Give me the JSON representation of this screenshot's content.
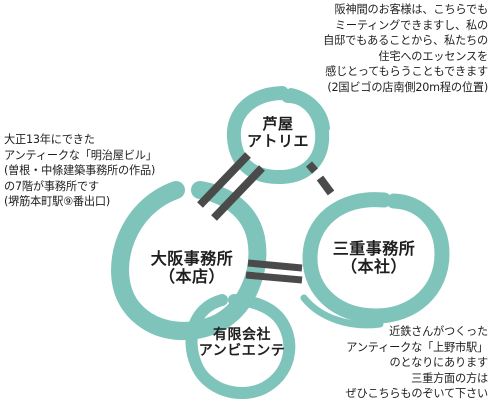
{
  "colors": {
    "ring": "#7fc4bb",
    "link": "#4a4a4a",
    "text": "#1e1e1e"
  },
  "nodes": {
    "ashiya": {
      "label": "芦屋\nアトリエ"
    },
    "osaka": {
      "label": "大阪事務所\n（本店）"
    },
    "mie": {
      "label": "三重事務所\n（本社）"
    },
    "ambiente": {
      "label": "有限会社\nアンビエンテ"
    }
  },
  "notes": {
    "ashiya": "阪神間のお客様は、こちらでも\nミーティングできますし、私の\n自邸でもあることから、私たちの\n住宅へのエッセンスを\n感じとってもらうこともできます\n(2国ビゴの店南側20m程の位置)",
    "osaka": "大正13年にできた\nアンティークな「明治屋ビル」\n(曽根・中條建築事務所の作品)\nの7階が事務所です\n(堺筋本町駅⑨番出口)",
    "mie": "近鉄さんがつくった\nアンティークな「上野市駅」\nのとなりにあります\n三重方面の方は\nぜひこちらものぞいて下さい"
  }
}
